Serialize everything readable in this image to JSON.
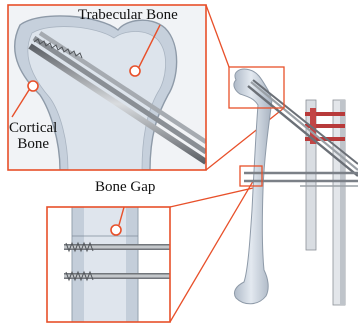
{
  "labels": {
    "trabecular_bone": "Trabecular Bone",
    "cortical_line1": "Cortical",
    "cortical_line2": "Bone",
    "bone_gap": "Bone Gap"
  },
  "colors": {
    "callout_frame": "#e8502a",
    "bone_fill": "#c9d3df",
    "bone_edge": "#8e9aa8",
    "screw": "#7d8186",
    "fixator_red": "#b83a3a"
  }
}
